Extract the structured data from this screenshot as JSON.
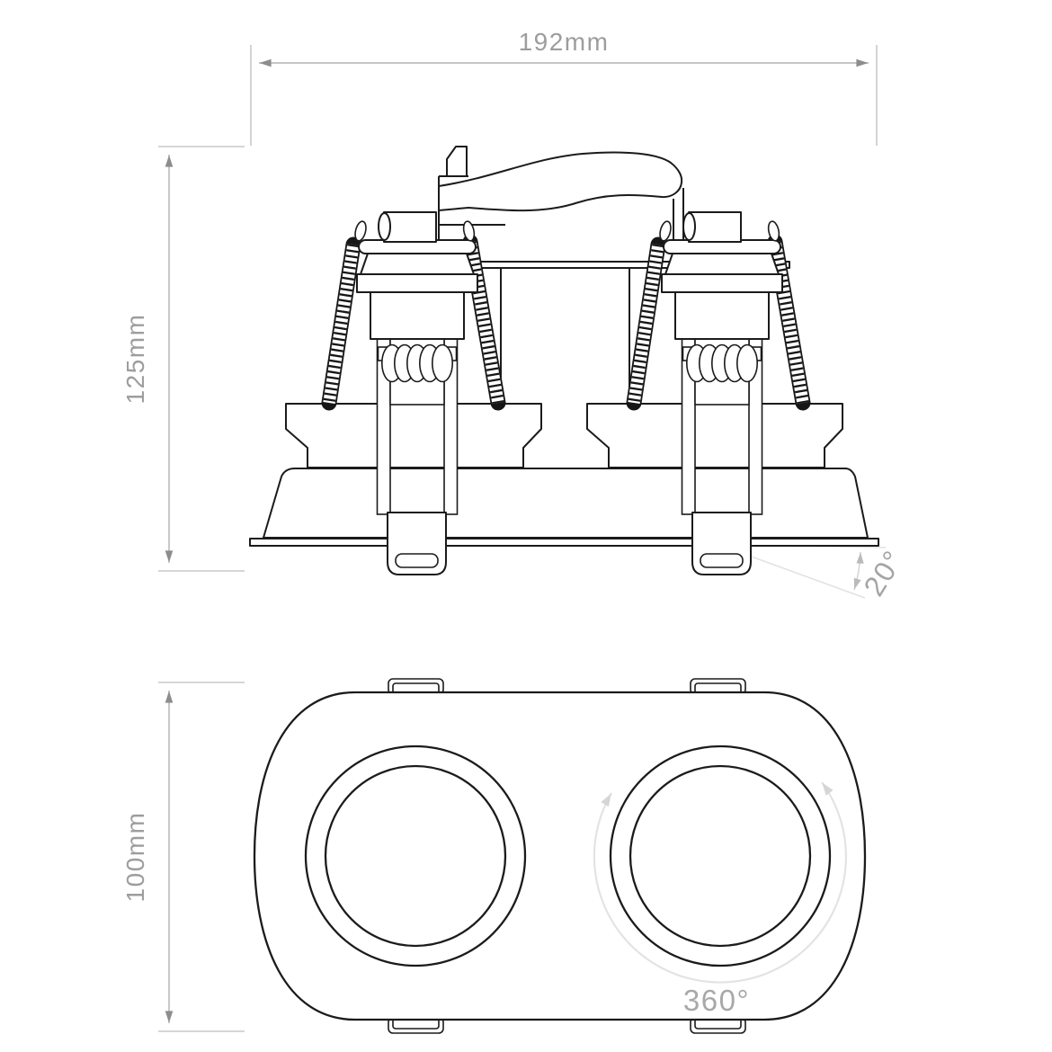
{
  "views": {
    "front_elevation": {
      "width_dimension": "192mm",
      "height_dimension": "125mm",
      "tilt_angle": "20°"
    },
    "plan_view": {
      "height_dimension": "100mm",
      "rotation_angle": "360°"
    }
  },
  "colors": {
    "background": "#ffffff",
    "drawing_line": "#1b1b1b",
    "dimension_line": "#b2b2b2",
    "dimension_text": "#9d9d9d",
    "light_annotation": "#e2e2e2"
  }
}
